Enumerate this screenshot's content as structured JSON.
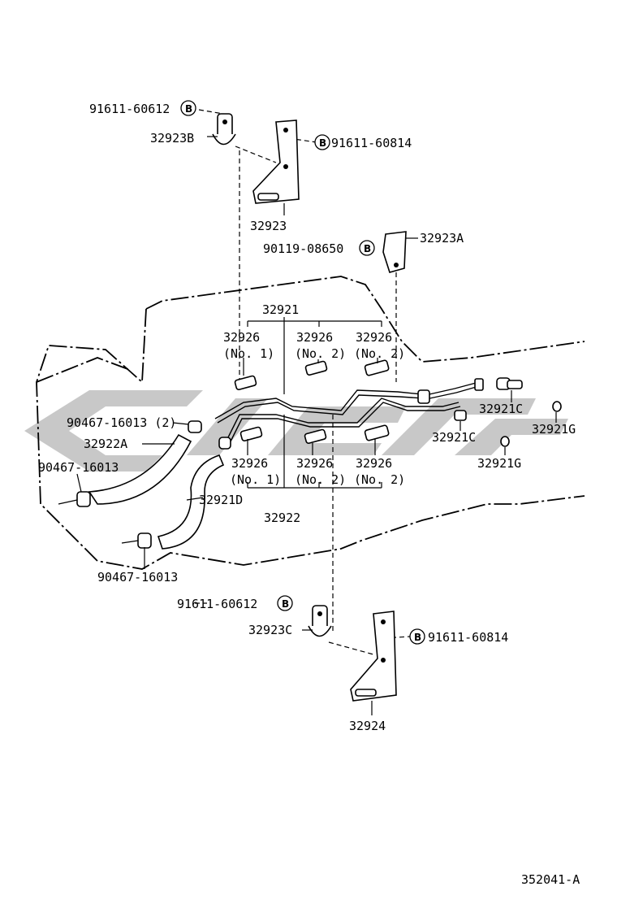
{
  "diagram": {
    "drawing_number": "352041-A",
    "watermark": "",
    "circle_mark": "B",
    "parts": {
      "p_91611_60612_top": "91611-60612",
      "p_32923B": "32923B",
      "p_91611_60814_top": "91611-60814",
      "p_32923": "32923",
      "p_90119_08650": "90119-08650",
      "p_32923A": "32923A",
      "p_32921": "32921",
      "p_32926_no1_top": "32926",
      "p_32926_no1_top_sub": "(No. 1)",
      "p_32926_no2_top_a": "32926",
      "p_32926_no2_top_a_sub": "(No. 2)",
      "p_32926_no2_top_b": "32926",
      "p_32926_no2_top_b_sub": "(No. 2)",
      "p_32921C_a": "32921C",
      "p_32921C_b": "32921C",
      "p_32921G_a": "32921G",
      "p_32921G_b": "32921G",
      "p_90467_16013_2": "90467-16013 (2)",
      "p_32922A": "32922A",
      "p_90467_16013_left": "90467-16013",
      "p_32926_no1_bot": "32926",
      "p_32926_no1_bot_sub": "(No. 1)",
      "p_32926_no2_bot_a": "32926",
      "p_32926_no2_bot_a_sub": "(No. 2)",
      "p_32926_no2_bot_b": "32926",
      "p_32926_no2_bot_b_sub": "(No. 2)",
      "p_32921D": "32921D",
      "p_32922": "32922",
      "p_90467_16013_bot": "90467-16013",
      "p_91611_60612_bot": "91611-60612",
      "p_32923C": "32923C",
      "p_91611_60814_bot": "91611-60814",
      "p_32924": "32924"
    }
  }
}
